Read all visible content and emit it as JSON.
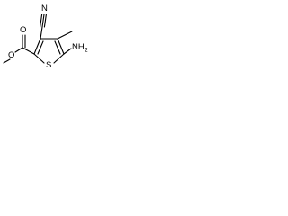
{
  "structure": {
    "atom_labels": {
      "nitrile_nitrogen": "N",
      "carbonyl_oxygen": "O",
      "ester_oxygen": "O",
      "ring_sulfur": "S",
      "amino_group": "NH",
      "amino_group_subscript": "2"
    },
    "ring": "thiophene",
    "substituents": [
      "cyano",
      "methyl",
      "amino",
      "methyl ester"
    ]
  }
}
